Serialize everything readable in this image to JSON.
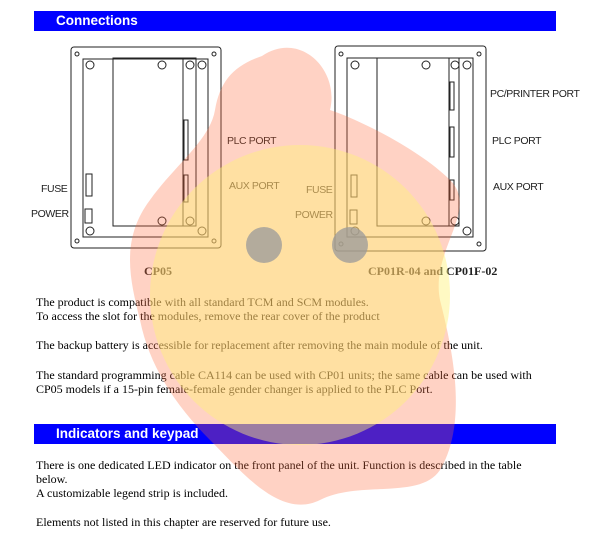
{
  "sections": [
    {
      "title": "Connections"
    },
    {
      "title": "Indicators and keypad"
    }
  ],
  "diagram_left": {
    "caption": "CP05",
    "labels": {
      "plc": "PLC PORT",
      "aux": "AUX PORT",
      "fuse": "FUSE",
      "power": "POWER"
    }
  },
  "diagram_right": {
    "caption": "CP01R-04 and CP01F-02",
    "labels": {
      "pc": "PC/PRINTER PORT",
      "plc": "PLC PORT",
      "aux": "AUX PORT",
      "fuse": "FUSE",
      "power": "POWER"
    }
  },
  "paragraphs": [
    "The product is compatible with all standard TCM and SCM modules.",
    "To access the slot for the modules, remove the rear cover of the product",
    "The backup battery is accessible for replacement after removing the main module of the unit.",
    "The standard programming cable CA114 can be used with CP01 units; the same cable can be used with CP05 models if a 15-pin female-female gender changer is applied to the PLC Port.",
    "There is one dedicated LED indicator on the front panel of the unit. Function is described in the table below.",
    "A customizable legend strip is included.",
    "Elements not listed in this chapter are reserved for future use."
  ]
}
